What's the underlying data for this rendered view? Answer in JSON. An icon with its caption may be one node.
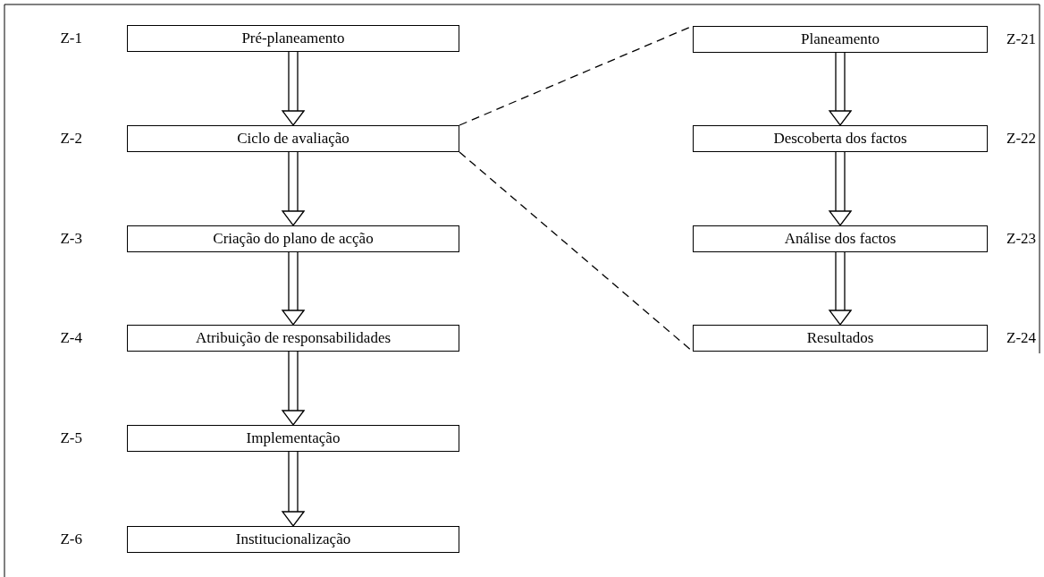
{
  "diagram": {
    "nodes": [
      {
        "text": [
          "Pré-planeamento"
        ],
        "beside": [
          "Z-1"
        ]
      },
      {
        "text": [
          "Ciclo de avaliação"
        ],
        "beside": [
          "Z-2"
        ]
      },
      {
        "text": [
          "Criação do plano de acção"
        ],
        "beside": [
          "Z-3"
        ]
      },
      {
        "text": [
          "Atribuição de responsabilidades"
        ],
        "beside": [
          "Z-4"
        ]
      },
      {
        "text": [
          "Implementação"
        ],
        "beside": [
          "Z-5"
        ]
      },
      {
        "text": [
          "Institucionalização"
        ],
        "beside": [
          "Z-6"
        ]
      },
      {
        "text": [
          "Planeamento"
        ],
        "beside": [
          "Z-21"
        ]
      },
      {
        "text": [
          "Descoberta dos factos"
        ],
        "beside": [
          "Z-22"
        ]
      },
      {
        "text": [
          "Análise dos factos"
        ],
        "beside": [
          "Z-23"
        ]
      },
      {
        "text": [
          "Resultados"
        ],
        "beside": [
          "Z-24"
        ]
      }
    ],
    "edges": [
      {
        "from": 0,
        "to": 1,
        "arrow": "to"
      },
      {
        "from": 1,
        "to": 2,
        "arrow": "to"
      },
      {
        "from": 2,
        "to": 3,
        "arrow": "to"
      },
      {
        "from": 3,
        "to": 4,
        "arrow": "to"
      },
      {
        "from": 4,
        "to": 5,
        "arrow": "to"
      },
      {
        "from": 6,
        "to": 7,
        "arrow": "to"
      },
      {
        "from": 7,
        "to": 8,
        "arrow": "to"
      },
      {
        "from": 8,
        "to": 9,
        "arrow": "to"
      },
      {
        "from": 1,
        "to": 6,
        "arrow": "none",
        "style": "dashed"
      },
      {
        "from": 1,
        "to": 9,
        "arrow": "none",
        "style": "dashed"
      }
    ]
  }
}
